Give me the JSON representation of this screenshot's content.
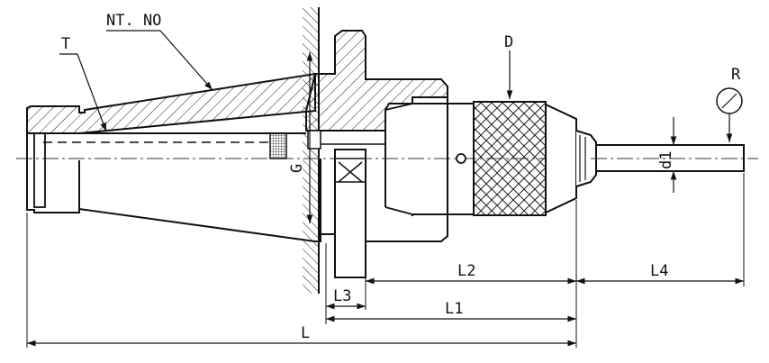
{
  "drawing": {
    "labels": {
      "nt_no": "NT. NO",
      "t": "T",
      "d": "D",
      "r": "R",
      "g": "G",
      "d1": "d1",
      "l": "L",
      "l1": "L1",
      "l2": "L2",
      "l3": "L3",
      "l4": "L4"
    }
  }
}
